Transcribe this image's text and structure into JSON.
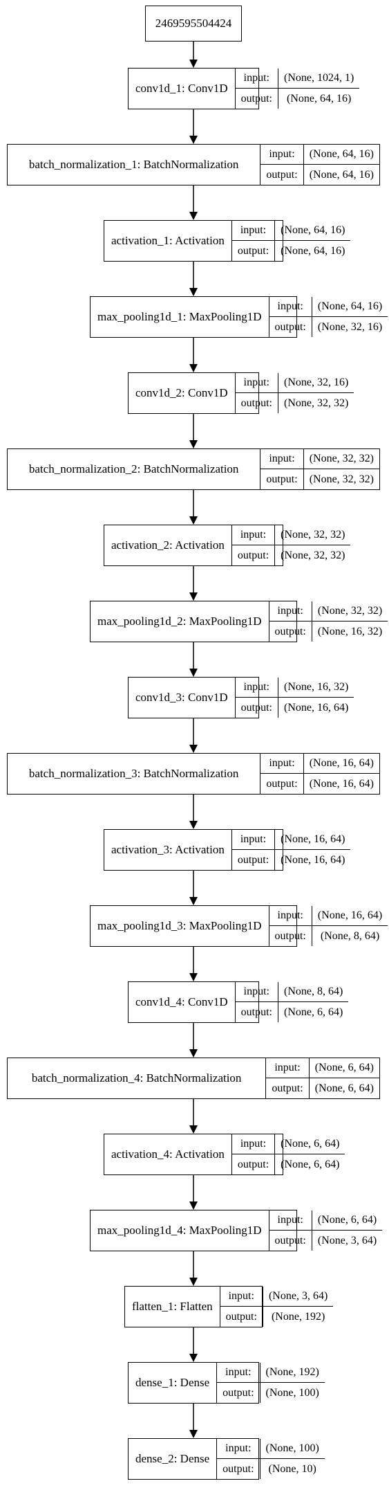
{
  "input_node": {
    "id": "2469595504424"
  },
  "layers": [
    {
      "name": "conv1d_1: Conv1D",
      "input_label": "input:",
      "output_label": "output:",
      "input": "(None, 1024, 1)",
      "output": "(None, 64, 16)"
    },
    {
      "name": "batch_normalization_1: BatchNormalization",
      "input_label": "input:",
      "output_label": "output:",
      "input": "(None, 64, 16)",
      "output": "(None, 64, 16)"
    },
    {
      "name": "activation_1: Activation",
      "input_label": "input:",
      "output_label": "output:",
      "input": "(None, 64, 16)",
      "output": "(None, 64, 16)"
    },
    {
      "name": "max_pooling1d_1: MaxPooling1D",
      "input_label": "input:",
      "output_label": "output:",
      "input": "(None, 64, 16)",
      "output": "(None, 32, 16)"
    },
    {
      "name": "conv1d_2: Conv1D",
      "input_label": "input:",
      "output_label": "output:",
      "input": "(None, 32, 16)",
      "output": "(None, 32, 32)"
    },
    {
      "name": "batch_normalization_2: BatchNormalization",
      "input_label": "input:",
      "output_label": "output:",
      "input": "(None, 32, 32)",
      "output": "(None, 32, 32)"
    },
    {
      "name": "activation_2: Activation",
      "input_label": "input:",
      "output_label": "output:",
      "input": "(None, 32, 32)",
      "output": "(None, 32, 32)"
    },
    {
      "name": "max_pooling1d_2: MaxPooling1D",
      "input_label": "input:",
      "output_label": "output:",
      "input": "(None, 32, 32)",
      "output": "(None, 16, 32)"
    },
    {
      "name": "conv1d_3: Conv1D",
      "input_label": "input:",
      "output_label": "output:",
      "input": "(None, 16, 32)",
      "output": "(None, 16, 64)"
    },
    {
      "name": "batch_normalization_3: BatchNormalization",
      "input_label": "input:",
      "output_label": "output:",
      "input": "(None, 16, 64)",
      "output": "(None, 16, 64)"
    },
    {
      "name": "activation_3: Activation",
      "input_label": "input:",
      "output_label": "output:",
      "input": "(None, 16, 64)",
      "output": "(None, 16, 64)"
    },
    {
      "name": "max_pooling1d_3: MaxPooling1D",
      "input_label": "input:",
      "output_label": "output:",
      "input": "(None, 16, 64)",
      "output": "(None, 8, 64)"
    },
    {
      "name": "conv1d_4: Conv1D",
      "input_label": "input:",
      "output_label": "output:",
      "input": "(None, 8, 64)",
      "output": "(None, 6, 64)"
    },
    {
      "name": "batch_normalization_4: BatchNormalization",
      "input_label": "input:",
      "output_label": "output:",
      "input": "(None, 6, 64)",
      "output": "(None, 6, 64)"
    },
    {
      "name": "activation_4: Activation",
      "input_label": "input:",
      "output_label": "output:",
      "input": "(None, 6, 64)",
      "output": "(None, 6, 64)"
    },
    {
      "name": "max_pooling1d_4: MaxPooling1D",
      "input_label": "input:",
      "output_label": "output:",
      "input": "(None, 6, 64)",
      "output": "(None, 3, 64)"
    },
    {
      "name": "flatten_1: Flatten",
      "input_label": "input:",
      "output_label": "output:",
      "input": "(None, 3, 64)",
      "output": "(None, 192)"
    },
    {
      "name": "dense_1: Dense",
      "input_label": "input:",
      "output_label": "output:",
      "input": "(None, 192)",
      "output": "(None, 100)"
    },
    {
      "name": "dense_2: Dense",
      "input_label": "input:",
      "output_label": "output:",
      "input": "(None, 100)",
      "output": "(None, 10)"
    }
  ]
}
